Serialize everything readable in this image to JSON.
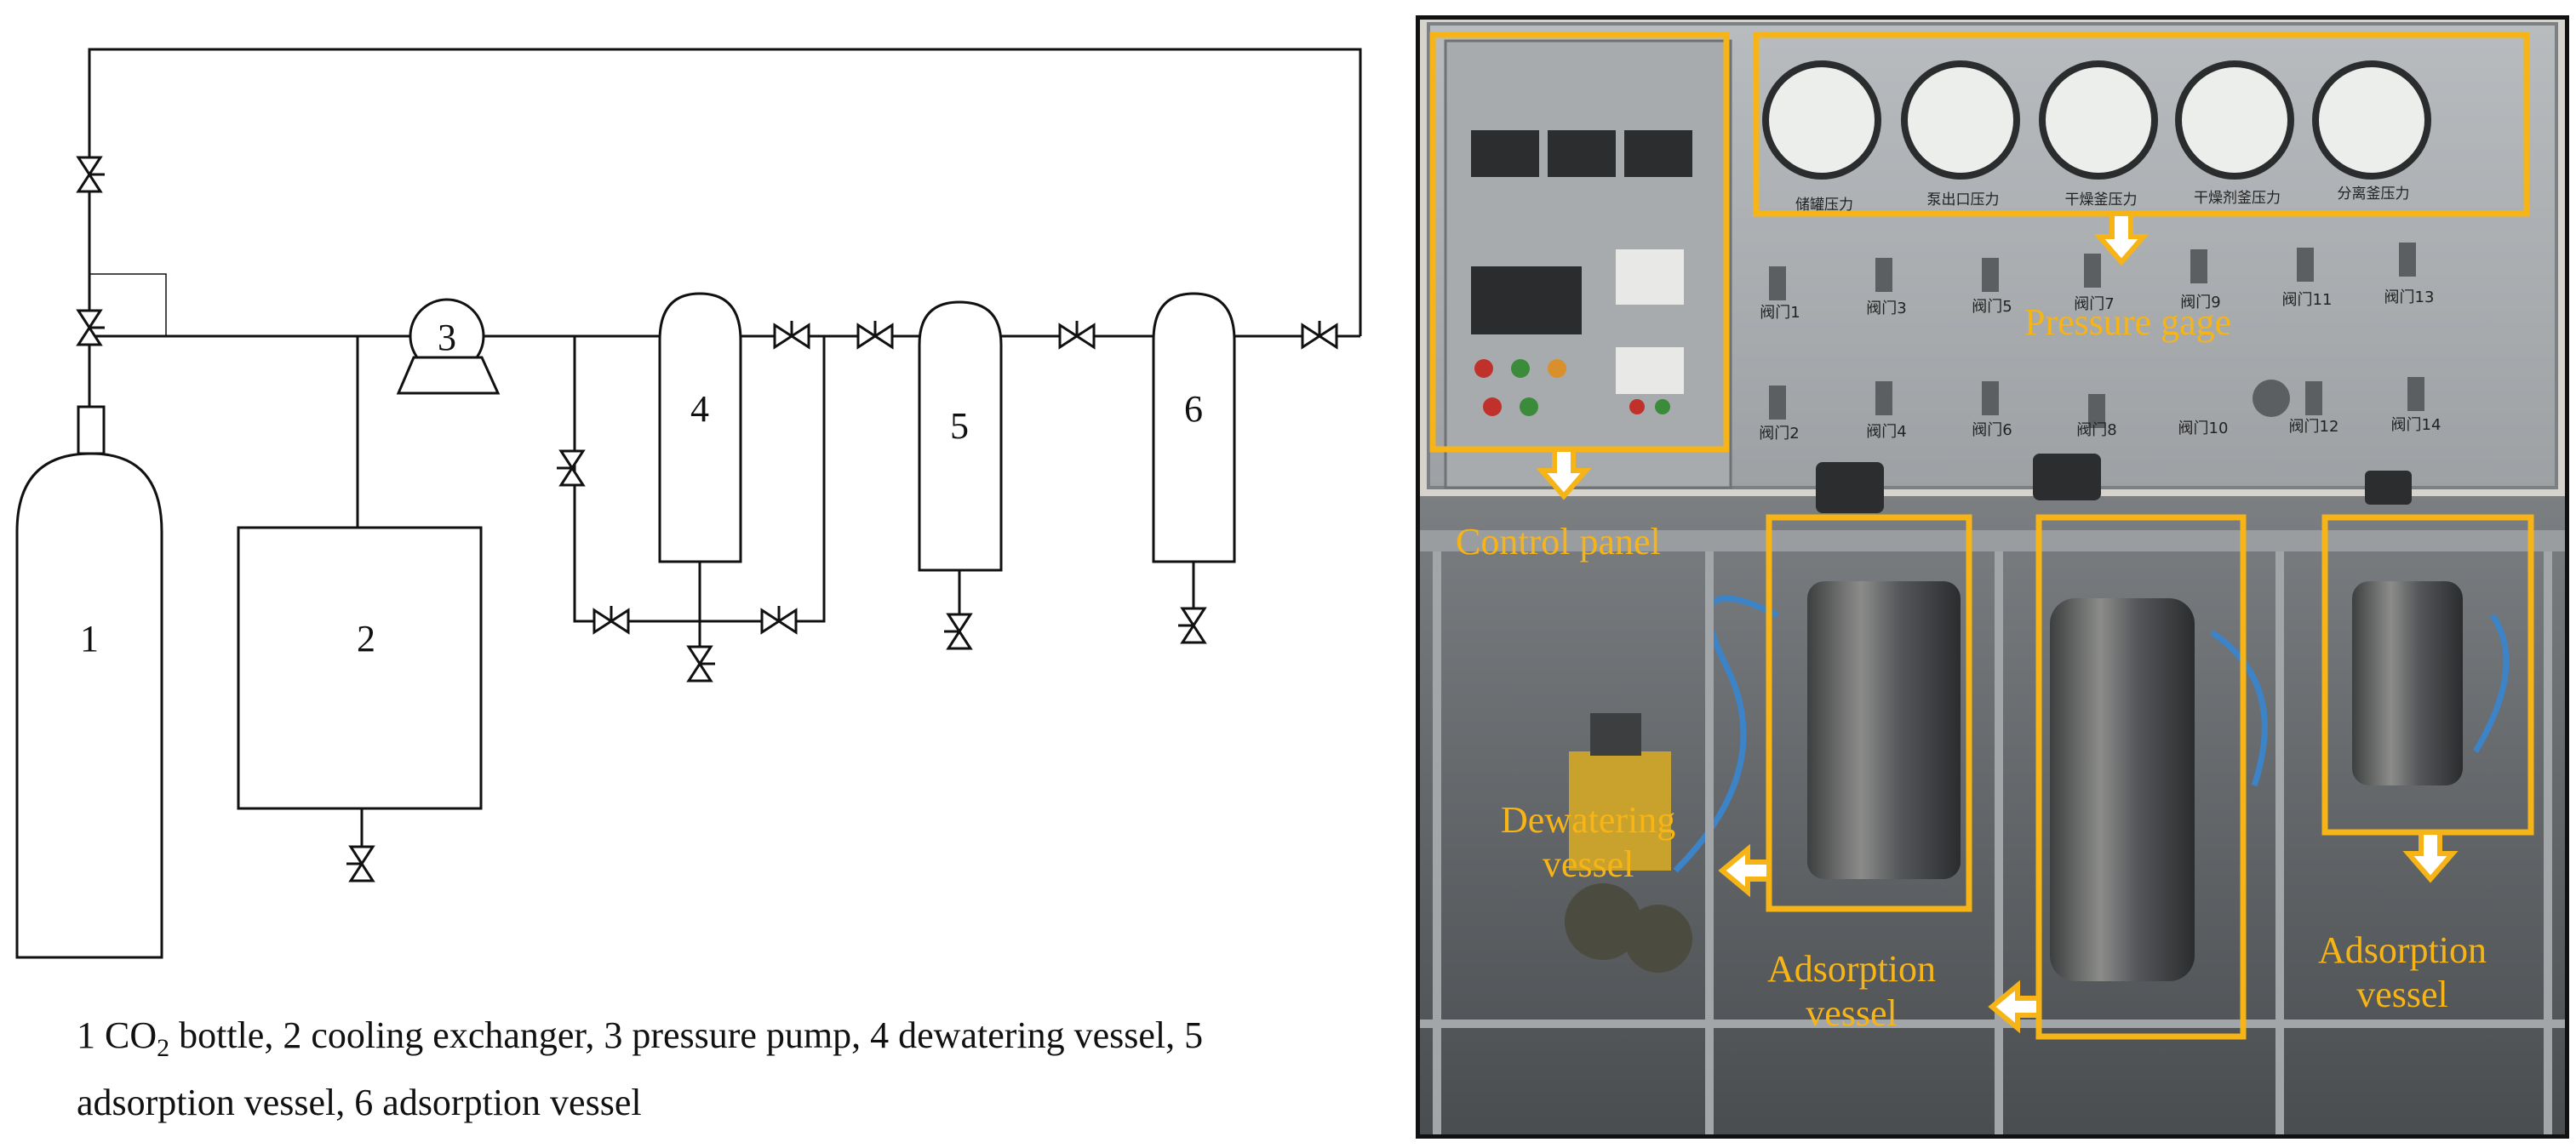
{
  "schematic": {
    "numbers": {
      "co2_bottle": "1",
      "cooling_exchanger": "2",
      "pressure_pump": "3",
      "dewatering_vessel": "4",
      "adsorption_vessel_5": "5",
      "adsorption_vessel_6": "6"
    },
    "caption": {
      "pre_sub": "1 CO",
      "sub": "2",
      "post_sub": " bottle, 2 cooling  exchanger,  3 pressure pump, 4 dewatering vessel, 5 adsorption vessel, 6 adsorption vessel"
    }
  },
  "photo": {
    "labels": {
      "control_panel": "Control panel",
      "pressure_gage": "Pressure gage",
      "dewatering_vessel_line1": "Dewatering",
      "dewatering_vessel_line2": "vessel",
      "adsorption_vessel_mid_line1": "Adsorption",
      "adsorption_vessel_mid_line2": "vessel",
      "adsorption_vessel_right_line1": "Adsorption",
      "adsorption_vessel_right_line2": "vessel"
    },
    "gauge_labels": [
      "储罐压力",
      "泵出口压力",
      "干燥釜压力",
      "干燥剂釜压力",
      "分离釜压力"
    ],
    "valve_labels_top": [
      "阀门1",
      "阀门3",
      "阀门5",
      "阀门7",
      "阀门9",
      "阀门11",
      "阀门13"
    ],
    "valve_labels_bottom": [
      "阀门2",
      "阀门4",
      "阀门6",
      "阀门8",
      "阀门10",
      "阀门12",
      "阀门14"
    ],
    "colors": {
      "highlight": "#f6b416",
      "panel": "#a9adb0"
    }
  }
}
